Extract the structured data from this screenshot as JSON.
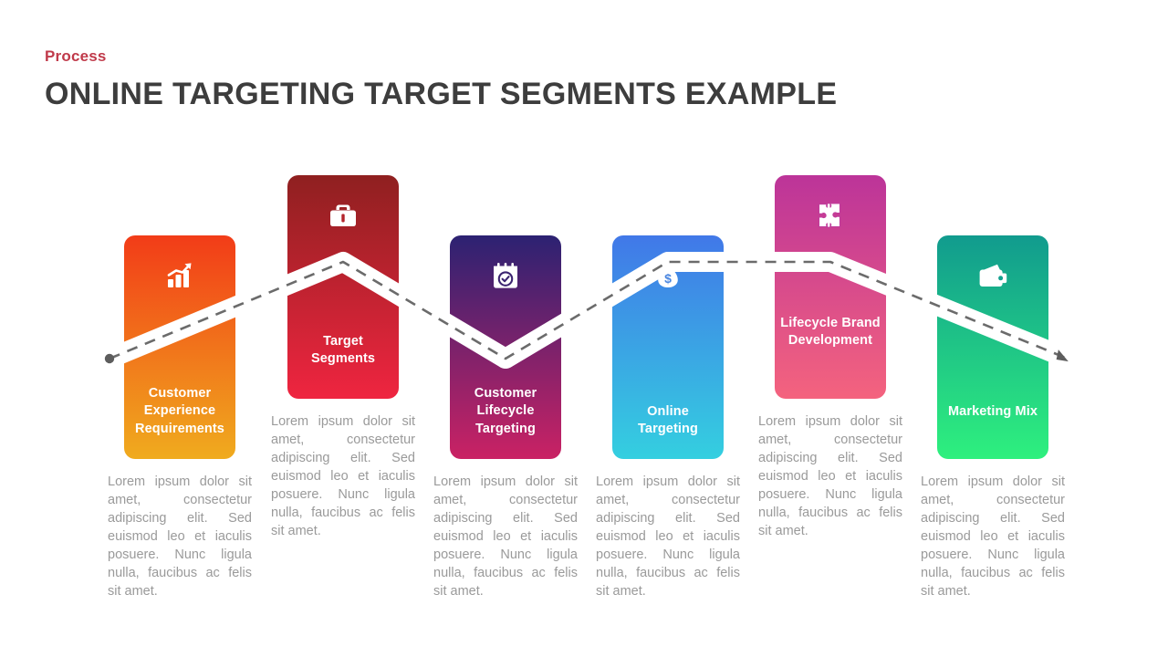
{
  "header": {
    "eyebrow": "Process",
    "title": "ONLINE TARGETING TARGET SEGMENTS EXAMPLE",
    "eyebrow_color": "#c03a4a",
    "title_color": "#3d3d3d"
  },
  "body_text": "Lorem ipsum dolor sit amet, consectetur adipiscing elit. Sed euismod leo et iaculis posuere. Nunc ligula nulla, faucibus ac felis sit amet.",
  "connector": {
    "style": "dashed",
    "color": "#6b6b6b",
    "band_color": "#ffffff",
    "start_marker": "dot",
    "end_marker": "arrowhead"
  },
  "cards": [
    {
      "label": "Customer Experience Requirements",
      "icon": "bar-chart-growth-icon",
      "gradient_from": "#f23c18",
      "gradient_to": "#f0ab1e",
      "tall": false,
      "body": "Lorem ipsum dolor sit amet, consectetur adipiscing elit. Sed euismod leo et iaculis posuere. Nunc ligula nulla, faucibus ac felis sit amet."
    },
    {
      "label": "Target Segments",
      "icon": "briefcase-icon",
      "gradient_from": "#8f2020",
      "gradient_to": "#ef2540",
      "tall": true,
      "body": "Lorem ipsum dolor sit amet, consectetur adipiscing elit. Sed euismod leo et iaculis posuere. Nunc ligula nulla, faucibus ac felis sit amet."
    },
    {
      "label": "Customer Lifecycle Targeting",
      "icon": "calendar-check-icon",
      "gradient_from": "#2c2272",
      "gradient_to": "#ca2264",
      "tall": false,
      "body": "Lorem ipsum dolor sit amet, consectetur adipiscing elit. Sed euismod leo et iaculis posuere. Nunc ligula nulla, faucibus ac felis sit amet."
    },
    {
      "label": "Online Targeting",
      "icon": "money-bag-icon",
      "gradient_from": "#4178e8",
      "gradient_to": "#34cfe0",
      "tall": false,
      "body": "Lorem ipsum dolor sit amet, consectetur adipiscing elit. Sed euismod leo et iaculis posuere. Nunc ligula nulla, faucibus ac felis sit amet."
    },
    {
      "label": "Lifecycle Brand Development",
      "icon": "puzzle-pieces-icon",
      "gradient_from": "#bc3499",
      "gradient_to": "#f4637e",
      "tall": true,
      "body": "Lorem ipsum dolor sit amet, consectetur adipiscing elit. Sed euismod leo et iaculis posuere. Nunc ligula nulla, faucibus ac felis sit amet."
    },
    {
      "label": "Marketing Mix",
      "icon": "wallet-icon",
      "gradient_from": "#119b8e",
      "gradient_to": "#2ef07e",
      "tall": false,
      "body": "Lorem ipsum dolor sit amet, consectetur adipiscing elit. Sed euismod leo et iaculis posuere. Nunc ligula nulla, faucibus ac felis sit amet."
    }
  ]
}
